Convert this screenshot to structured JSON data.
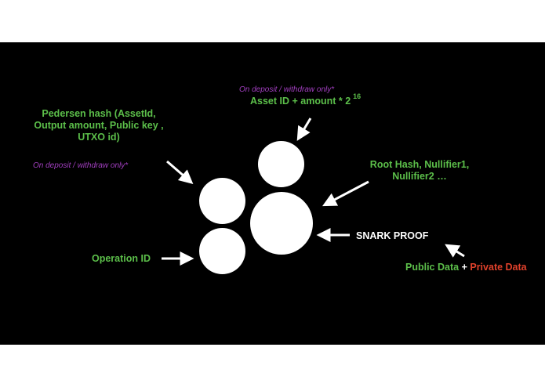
{
  "slide": {
    "deposit_note_top": "On deposit / withdraw only*",
    "asset_line": "Asset ID + amount * 2",
    "asset_exponent": "16",
    "pedersen_lines": [
      "Pedersen hash (AssetId,",
      "Output amount,  Public key ,",
      "UTXO id)"
    ],
    "deposit_note_left": "On deposit / withdraw only*",
    "root_lines": [
      "Root Hash, Nullifier1,",
      "Nullifier2 …"
    ],
    "snark_label": "SNARK PROOF",
    "operation_label": "Operation ID",
    "public_data": "Public Data",
    "plus": "+",
    "private_data": "Private Data"
  },
  "colors": {
    "background": "#000000",
    "green": "#5cbf4a",
    "purple": "#a23fc0",
    "red": "#e0412b",
    "white": "#ffffff"
  }
}
